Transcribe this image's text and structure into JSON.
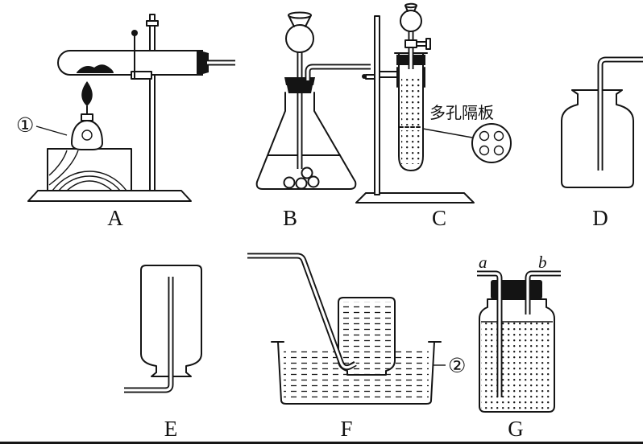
{
  "figure": {
    "background": "#ffffff",
    "ink": "#141414",
    "description": "gas generation and collection apparatus line diagram"
  },
  "apparatus": {
    "A": {
      "label": "A",
      "callout": "①",
      "parts": [
        "iron-stand",
        "horizontal-test-tube",
        "alcohol-lamp",
        "wood-block",
        "delivery-tube"
      ]
    },
    "B": {
      "label": "B",
      "parts": [
        "thistle-funnel",
        "conical-flask",
        "delivery-tube",
        "solid-granules",
        "liquid"
      ]
    },
    "C": {
      "label": "C",
      "annotation": "多孔隔板",
      "parts": [
        "ball-funnel-with-stopcock",
        "test-tube",
        "porous-partition",
        "iron-stand"
      ]
    },
    "D": {
      "label": "D",
      "parts": [
        "gas-jar",
        "delivery-tube-to-bottom"
      ]
    },
    "E": {
      "label": "E",
      "parts": [
        "inverted-gas-jar",
        "upward-delivery-tube"
      ]
    },
    "F": {
      "label": "F",
      "callout": "②",
      "parts": [
        "water-trough",
        "inverted-water-filled-bottle",
        "bent-delivery-tube"
      ]
    },
    "G": {
      "label": "G",
      "port_a": "a",
      "port_b": "b",
      "parts": [
        "gas-washing-bottle",
        "long-inlet-tube",
        "short-outlet-tube",
        "liquid"
      ]
    }
  }
}
